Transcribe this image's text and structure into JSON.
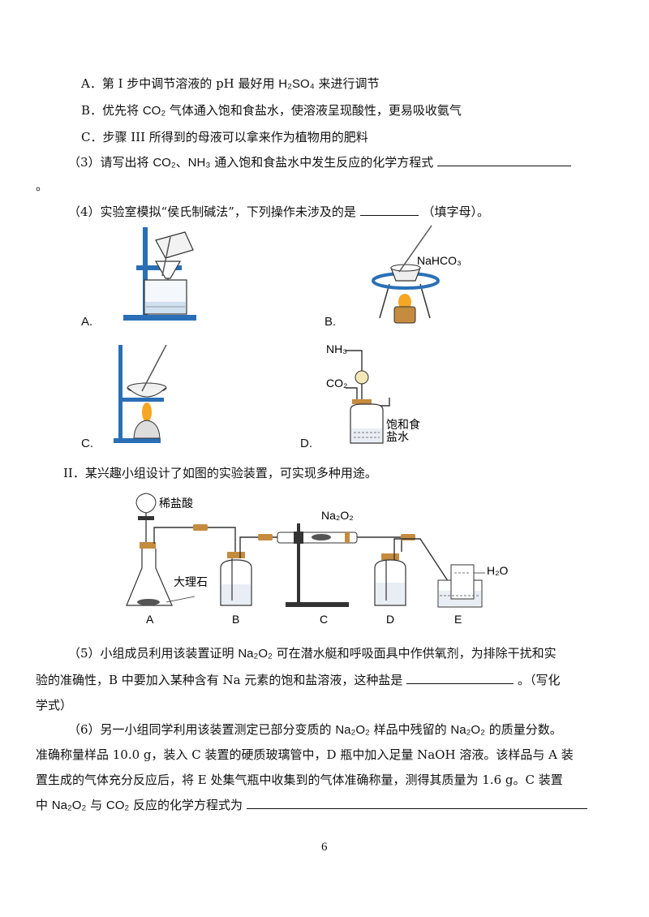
{
  "options": {
    "a": {
      "text1": "A．第 I 步中调节溶液的 pH 最好用",
      "chem": "H₂SO₄",
      "text2": "来进行调节"
    },
    "b": {
      "text1": "B．优先将",
      "chem": "CO₂",
      "text2": "气体通入饱和食盐水，使溶液呈现酸性，更易吸收氨气"
    },
    "c": {
      "text": "C．步骤 III 所得到的母液可以拿来作为植物用的肥料"
    }
  },
  "q3": {
    "text1": "（3）请写出将",
    "chem1": "CO₂、NH₃",
    "text2": "通入饱和食盐水中发生反应的化学方程式",
    "tail": "。"
  },
  "q4": {
    "text1": "（4）实验室模拟“侯氏制碱法”，下列操作未涉及的是",
    "text2": "（填字母）。"
  },
  "q4_figs": {
    "a": "A.",
    "b": "B.",
    "c": "C.",
    "d": "D.",
    "b_reagent": "NaHCO₃",
    "d_nh3": "NH₃",
    "d_co2": "CO₂",
    "d_brine_1": "饱和食",
    "d_brine_2": "盐水"
  },
  "section2": {
    "title": "II．某兴趣小组设计了如图的实验装置，可实现多种用途。"
  },
  "apparatus": {
    "acid": "稀盐酸",
    "marble": "大理石",
    "na2o2": "Na₂O₂",
    "water": "H₂O",
    "labels": [
      "A",
      "B",
      "C",
      "D",
      "E"
    ]
  },
  "q5": {
    "line1a": "（5）小组成员利用该装置证明",
    "chem": "Na₂O₂",
    "line1b": "可在潜水艇和呼吸面具中作供氧剂，为排除干扰和实",
    "line2a": "验的准确性，B 中要加入某种含有 Na 元素的饱和盐溶液，这种盐是",
    "line2b": "。（写化",
    "line3": "学式）"
  },
  "q6": {
    "line1a": "（6）另一小组同学利用该装置测定已部分变质的",
    "chem1": "Na₂O₂",
    "line1b": "样品中残留的",
    "chem2": "Na₂O₂",
    "line1c": "的质量分数。",
    "line2": "准确称量样品 10.0 g，装入 C 装置的硬质玻璃管中，D 瓶中加入足量 NaOH 溶液。该样品与 A 装",
    "line3": "置生成的气体充分反应后，将 E 处集气瓶中收集到的气体准确称量，测得其质量为 1.6 g。C 装置",
    "line4a": "中",
    "chem3": "Na₂O₂",
    "line4b": "与",
    "chem4": "CO₂",
    "line4c": "反应的化学方程式为"
  },
  "page_number": "6"
}
